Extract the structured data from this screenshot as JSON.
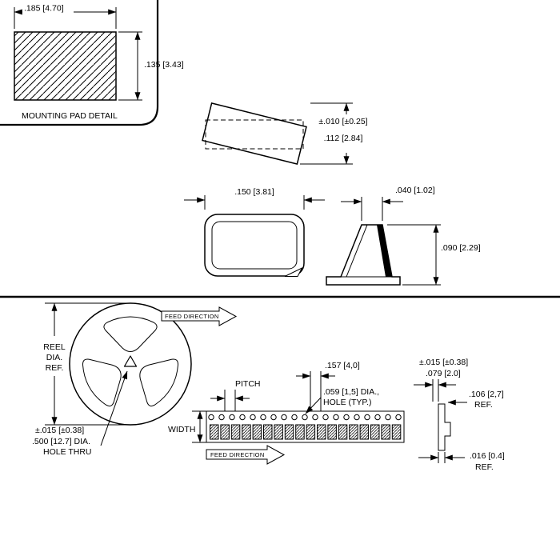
{
  "drawing": {
    "mounting_pad": {
      "caption": "MOUNTING PAD DETAIL",
      "width_dim": ".185 [4.70]",
      "height_dim": ".135 [3.43]"
    },
    "seating_view": {
      "tolerance_dim": "±.010 [±0.25]",
      "height_dim": ".112 [2.84]"
    },
    "top_view": {
      "width_dim": ".150 [3.81]"
    },
    "side_view": {
      "top_width_dim": ".040 [1.02]",
      "height_dim": ".090 [2.29]"
    },
    "reel": {
      "dia_label": [
        "REEL",
        "DIA.",
        "REF."
      ],
      "hub_hole_note": [
        "±.015 [±0.38]",
        ".500 [12.7] DIA.",
        "HOLE THRU"
      ],
      "feed_direction": "FEED DIRECTION"
    },
    "tape": {
      "pitch_label": "PITCH",
      "width_label": "WIDTH",
      "hole_pitch_dim": ".157 [4,0]",
      "hole_note": [
        ".059 [1,5] DIA.,",
        "HOLE (TYP.)"
      ],
      "feed_direction": "FEED DIRECTION"
    },
    "cross_section": {
      "edge_tolerance_dim": "±.015 [±0.38]",
      "edge_distance_dim": ".079 [2.0]",
      "pocket_depth_note": [
        ".106 [2,7]",
        "REF."
      ],
      "thickness_note": [
        ".016 [0.4]",
        "REF."
      ]
    }
  },
  "colors": {
    "ink": "#000000",
    "paper": "#ffffff"
  }
}
